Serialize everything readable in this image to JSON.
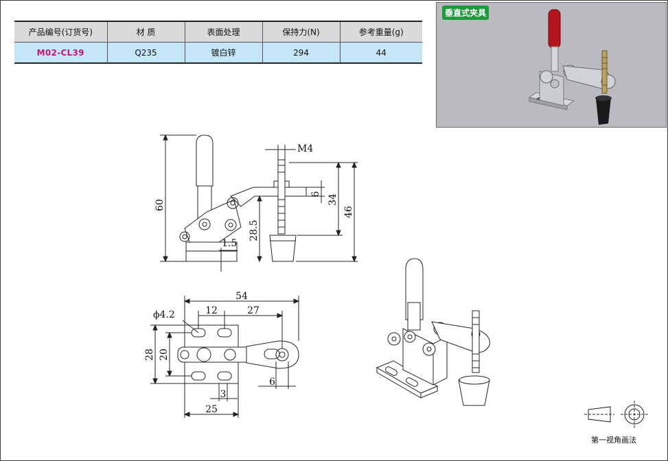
{
  "spec_table": {
    "headers": [
      "产品编号(订货号)",
      "材  质",
      "表面处理",
      "保持力(N)",
      "参考重量(g)"
    ],
    "row": [
      "M02-CL39",
      "Q235",
      "镀白锌",
      "294",
      "44"
    ]
  },
  "photo": {
    "badge": "垂直式夹具"
  },
  "drawing": {
    "dims": {
      "m4": "M4",
      "h60": "60",
      "h34": "34",
      "h46": "46",
      "h6": "6",
      "h28_5": "28.5",
      "t1_5": "1.5",
      "w54": "54",
      "w12": "12",
      "w27": "27",
      "phi": "ϕ4.2",
      "h28": "28",
      "h20": "20",
      "w6": "6",
      "w3": "3",
      "w25": "25"
    }
  },
  "projection": {
    "label": "第一视角画法"
  },
  "colors": {
    "header_bg": "#d9dadb",
    "row_bg": "#c5e6f7",
    "model_text": "#c8166f",
    "badge_bg": "#1e9a3c",
    "photo_bg": "#bcbac1",
    "handle_red": "#b3151b"
  }
}
